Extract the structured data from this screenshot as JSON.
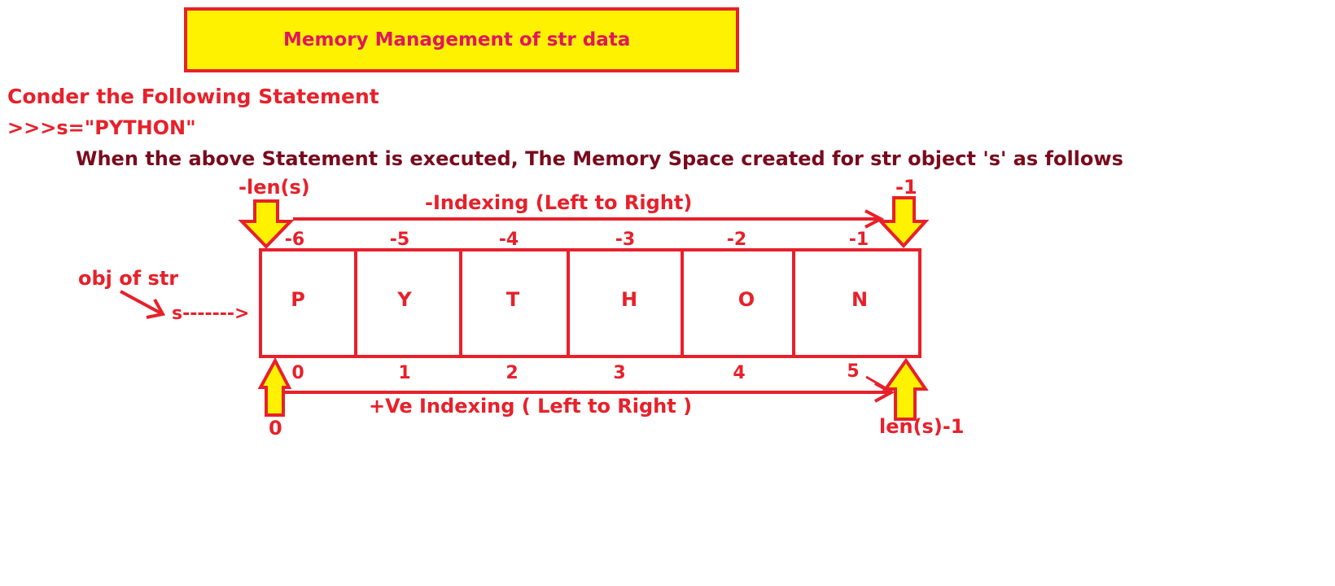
{
  "title": "Memory Management of str data",
  "heading": "Conder the Following Statement",
  "statement": ">>>s=\"PYTHON\"",
  "description": "When the above Statement is executed, The Memory  Space created for str object 's' as follows",
  "neg_start_label": "-len(s)",
  "neg_end_label": "-1",
  "neg_indexing_label": "-Indexing (Left to Right)",
  "pos_indexing_label": "+Ve Indexing ( Left to Right )",
  "pos_start_label": "0",
  "pos_end_label": "len(s)-1",
  "obj_label": "obj of str",
  "ref_label": "s------->",
  "characters": [
    "P",
    "Y",
    "T",
    "H",
    "O",
    "N"
  ],
  "negative_indices": [
    "-6",
    "-5",
    "-4",
    "-3",
    "-2",
    "-1"
  ],
  "positive_indices": [
    "0",
    "1",
    "2",
    "3",
    "4",
    "5"
  ],
  "colors": {
    "accent": "#e8202a",
    "title_bg": "#fff200",
    "title_text": "#e0165e",
    "dark_text": "#7a0a1e",
    "arrow_fill": "#fff200"
  }
}
